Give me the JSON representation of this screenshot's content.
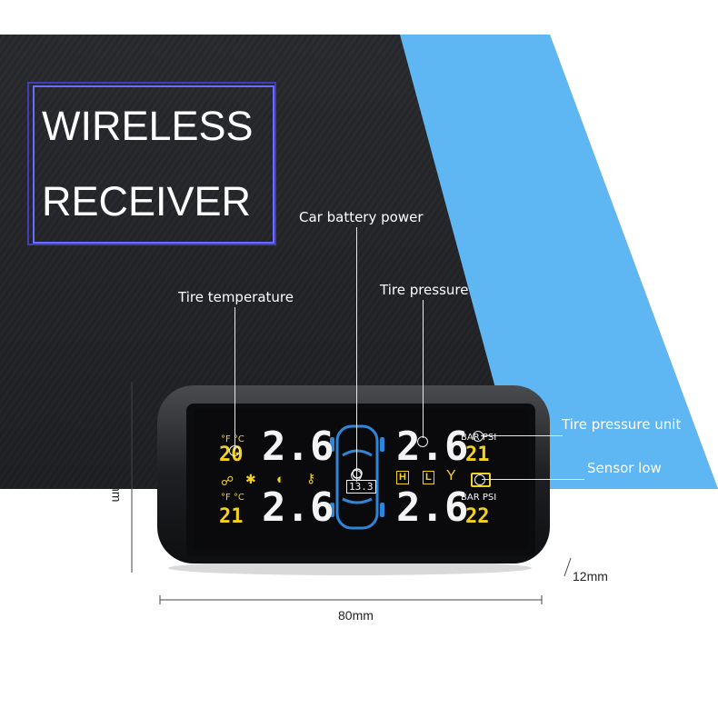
{
  "title": {
    "line1": "WIRELESS",
    "line2": "RECEIVER"
  },
  "callouts": {
    "battery": "Car battery power",
    "temperature": "Tire temperature",
    "pressure": "Tire pressure",
    "unit": "Tire pressure unit",
    "sensor": "Sensor low"
  },
  "display": {
    "temp_unit_top": "°F °C",
    "temp_unit_bottom": "°F °C",
    "temp_front_left": "20",
    "temp_rear_left": "21",
    "pressure_front_left": "2.6",
    "pressure_rear_left": "2.6",
    "pressure_front_right": "2.6",
    "pressure_rear_right": "2.6",
    "unit_top": "BAR PSI",
    "unit_bottom": "BAR PSI",
    "temp_front_right": "21",
    "temp_rear_right": "22",
    "battery_voltage": "13.3",
    "indicator_h": "H",
    "indicator_l": "L"
  },
  "dimensions": {
    "height": "37mm",
    "width": "80mm",
    "depth": "12mm"
  },
  "colors": {
    "lcd_white": "#f4f4f4",
    "lcd_yellow": "#f3d21e",
    "lcd_blue": "#2f86d8",
    "accent_blue": "#5eb6f2"
  }
}
